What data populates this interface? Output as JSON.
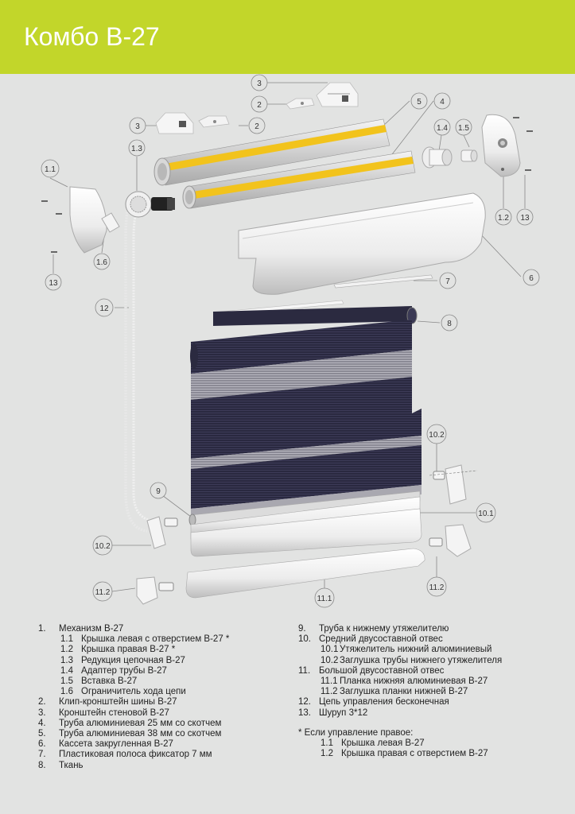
{
  "header": {
    "title": "Комбо В-27",
    "accent_color": "#c2d62a"
  },
  "callouts": {
    "c3a": "3",
    "c2a": "2",
    "c5": "5",
    "c4": "4",
    "c3b": "3",
    "c2b": "2",
    "c13a": "1.3",
    "c14": "1.4",
    "c15": "1.5",
    "c11": "1.1",
    "c12a": "1.2",
    "c13b": "13",
    "c16": "1.6",
    "c13c": "13",
    "c6": "6",
    "c7": "7",
    "c12b": "12",
    "c8": "8",
    "c102a": "10.2",
    "c9": "9",
    "c101": "10.1",
    "c102b": "10.2",
    "c112a": "11.2",
    "c111": "11.1",
    "c112b": "11.2"
  },
  "legend_left": [
    {
      "num": "1.",
      "text": "Механизм В-27",
      "level": 0
    },
    {
      "num": "1.1",
      "text": "Крышка левая с отверстием В-27 *",
      "level": 1
    },
    {
      "num": "1.2",
      "text": "Крышка правая В-27 *",
      "level": 1
    },
    {
      "num": "1.3",
      "text": "Редукция цепочная В-27",
      "level": 1
    },
    {
      "num": "1.4",
      "text": "Адаптер трубы В-27",
      "level": 1
    },
    {
      "num": "1.5",
      "text": "Вставка В-27",
      "level": 1
    },
    {
      "num": "1.6",
      "text": "Ограничитель хода цепи",
      "level": 1
    },
    {
      "num": "2.",
      "text": "Клип-кронштейн шины В-27",
      "level": 0
    },
    {
      "num": "3.",
      "text": "Кронштейн стеновой В-27",
      "level": 0
    },
    {
      "num": "4.",
      "text": "Труба алюминиевая 25 мм со скотчем",
      "level": 0
    },
    {
      "num": "5.",
      "text": "Труба алюминиевая 38 мм со скотчем",
      "level": 0
    },
    {
      "num": "6.",
      "text": "Кассета закругленная В-27",
      "level": 0
    },
    {
      "num": "7.",
      "text": "Пластиковая полоса фиксатор 7 мм",
      "level": 0
    },
    {
      "num": "8.",
      "text": "Ткань",
      "level": 0
    }
  ],
  "legend_right": [
    {
      "num": "9.",
      "text": "Труба к нижнему утяжелителю",
      "level": 0
    },
    {
      "num": "10.",
      "text": "Средний двусоставной отвес",
      "level": 0
    },
    {
      "num": "10.1",
      "text": "Утяжелитель нижний алюминиевый",
      "level": 2
    },
    {
      "num": "10.2",
      "text": "Заглушка трубы нижнего утяжелителя",
      "level": 2
    },
    {
      "num": "11.",
      "text": "Большой двусоставной отвес",
      "level": 0
    },
    {
      "num": "11.1",
      "text": "Планка нижняя алюминиевая В-27",
      "level": 2
    },
    {
      "num": "11.2",
      "text": "Заглушка планки нижней В-27",
      "level": 2
    },
    {
      "num": "12.",
      "text": "Цепь управления бесконечная",
      "level": 0
    },
    {
      "num": "13.",
      "text": "Шуруп 3*12",
      "level": 0
    }
  ],
  "note": {
    "title": "* Если управление правое:",
    "items": [
      {
        "num": "1.1",
        "text": "Крышка левая В-27"
      },
      {
        "num": "1.2",
        "text": "Крышка правая с отверстием В-27"
      }
    ]
  }
}
